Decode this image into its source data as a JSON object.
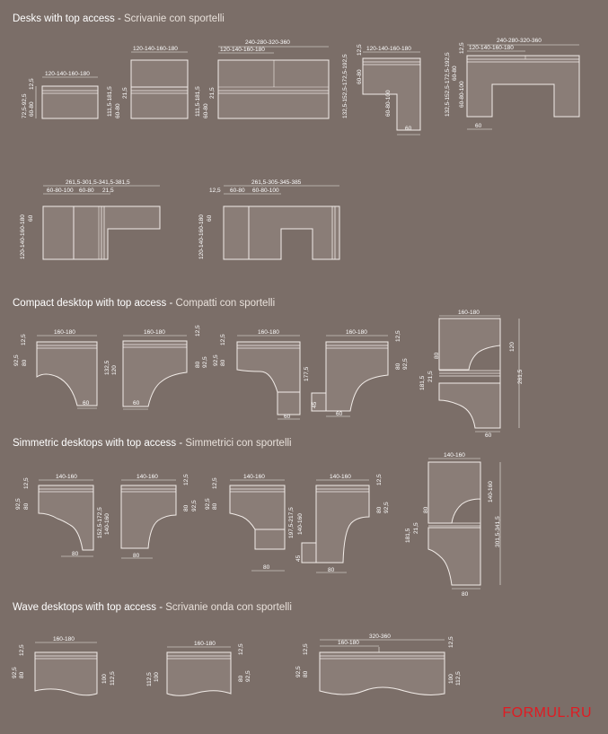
{
  "sections": [
    {
      "en": "Desks with top access",
      "sep": " - ",
      "it": "Scrivanie con sportelli"
    },
    {
      "en": "Compact desktop with top access",
      "sep": " - ",
      "it": "Compatti con sportelli"
    },
    {
      "en": "Simmetric desktops with top access",
      "sep": " - ",
      "it": "Simmetrici con sportelli"
    },
    {
      "en": "Wave desktops with top access",
      "sep": " - ",
      "it": "Scrivanie onda con sportelli"
    }
  ],
  "labels": {
    "d1_w": "120-140-160-180",
    "d1_h1": "12,5",
    "d1_h2": "72,5-92,5",
    "d1_h3": "60-80",
    "d2_w": "120-140-160-180",
    "d2_h1": "111,5-181,5",
    "d2_h2": "21,5",
    "d2_h3": "60-80",
    "d3_w1": "240-280-320-360",
    "d3_w2": "120-140-160-180",
    "d3_h1": "111,5-181,5",
    "d3_h2": "21,5",
    "d3_h3": "60-80",
    "d4_w": "120-140-160-180",
    "d4_h1": "132,5-152,5-172,5-192,5",
    "d4_h2": "12,5",
    "d4_h3": "60-80",
    "d4_h4": "60-80-100",
    "d4_b": "60",
    "d5_w1": "240-280-320-360",
    "d5_w2": "120-140-160-180",
    "d5_h1": "132,5-152,5-172,5-192,5",
    "d5_h2": "12,5",
    "d5_h3": "60-80-100",
    "d5_h4": "60-80",
    "d5_b": "60",
    "e1_w1": "261,5-301,5-341,5-381,5",
    "e1_w2": "60-80-100",
    "e1_w3": "60-80",
    "e1_w4": "21,5",
    "e1_h1": "120-140-160-180",
    "e1_h2": "60",
    "e2_w1": "261,5-305-345-385",
    "e2_w2": "12,5",
    "e2_w3": "60-80",
    "e2_w4": "60-80-100",
    "e2_h1": "120-140-160-180",
    "e2_h2": "60",
    "c_w": "160-180",
    "c_h1": "12,5",
    "c_h2": "92,5",
    "c_h3": "80",
    "c_b": "60",
    "c2_h4": "132,5",
    "c2_h5": "120",
    "c3_h4": "177,5",
    "c3_h5": "45",
    "c5_w": "160-180",
    "c5_h1": "120",
    "c5_h2": "261,5",
    "c5_h3": "181,5",
    "c5_h4": "21,5",
    "c5_h5": "80",
    "c5_b": "60",
    "s_w": "140-160",
    "s_h1": "12,5",
    "s_h2": "92,5",
    "s_h3": "80",
    "s_b": "80",
    "s2_h4": "152,5-172,5",
    "s2_h5": "140-160",
    "s3_h4": "197,5-217,5",
    "s3_h5": "140-160",
    "s3_h6": "45",
    "s5_w": "140-160",
    "s5_h1": "140-160",
    "s5_h2": "301,5-341,5",
    "s5_h3": "181,5",
    "s5_h4": "21,5",
    "s5_h5": "80",
    "s5_b": "80",
    "w_w": "160-180",
    "w_h1": "12,5",
    "w_h2": "92,5",
    "w_h3": "80",
    "w_h4": "100",
    "w_h5": "112,5",
    "w3_w1": "320-360",
    "w3_w2": "160-180"
  },
  "brand": "FORMUL.RU",
  "colors": {
    "background": "#7b6e68",
    "line": "#f2ece8",
    "brand": "#e01b22"
  }
}
